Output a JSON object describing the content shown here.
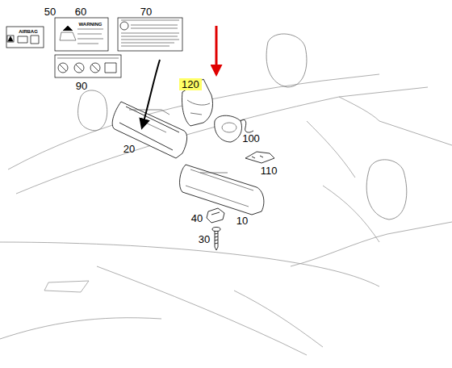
{
  "diagram": {
    "nodes": [
      {
        "text": [
          "120"
        ]
      }
    ],
    "labels": [
      "50",
      "60",
      "70",
      "90",
      "20",
      "100",
      "110",
      "40",
      "10",
      "30",
      "AIRBAG",
      "WARNING"
    ]
  }
}
